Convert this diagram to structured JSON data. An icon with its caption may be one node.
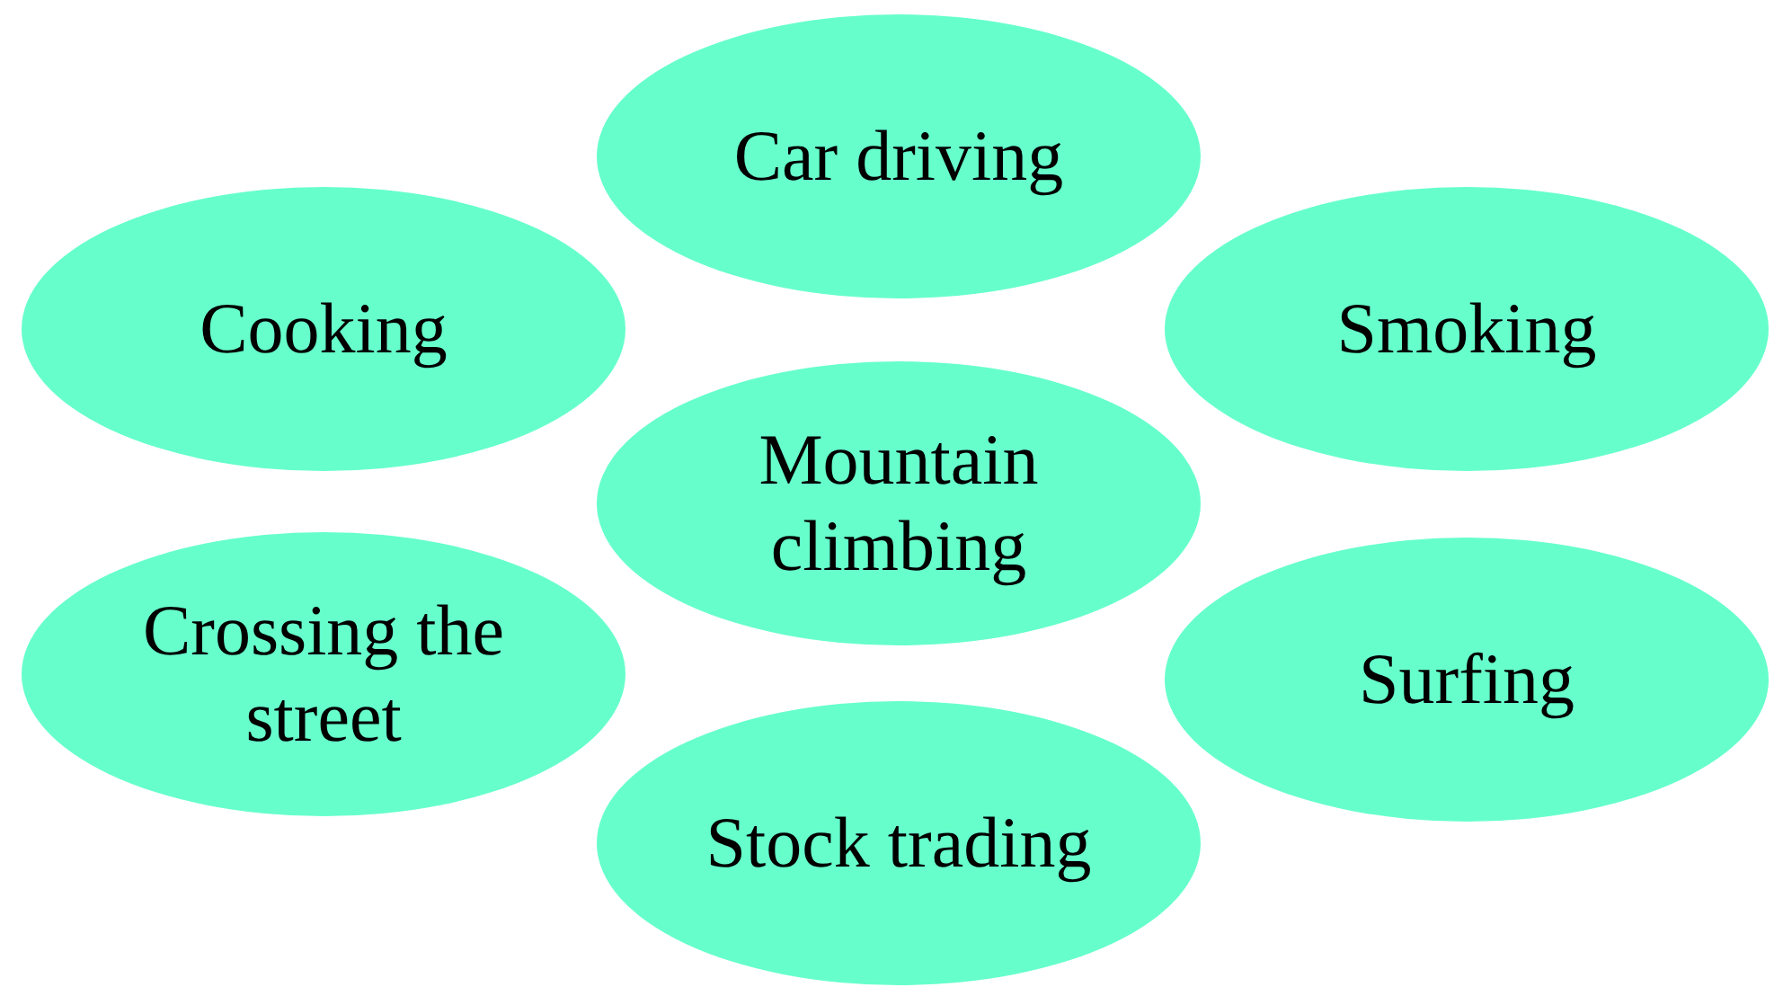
{
  "diagram": {
    "nodes": [
      {
        "text": [
          "Car driving"
        ]
      },
      {
        "text": [
          "Cooking"
        ]
      },
      {
        "text": [
          "Smoking"
        ]
      },
      {
        "text": [
          "Mountain climbing"
        ]
      },
      {
        "text": [
          "Crossing the street"
        ]
      },
      {
        "text": [
          "Surfing"
        ]
      },
      {
        "text": [
          "Stock trading"
        ]
      }
    ]
  }
}
